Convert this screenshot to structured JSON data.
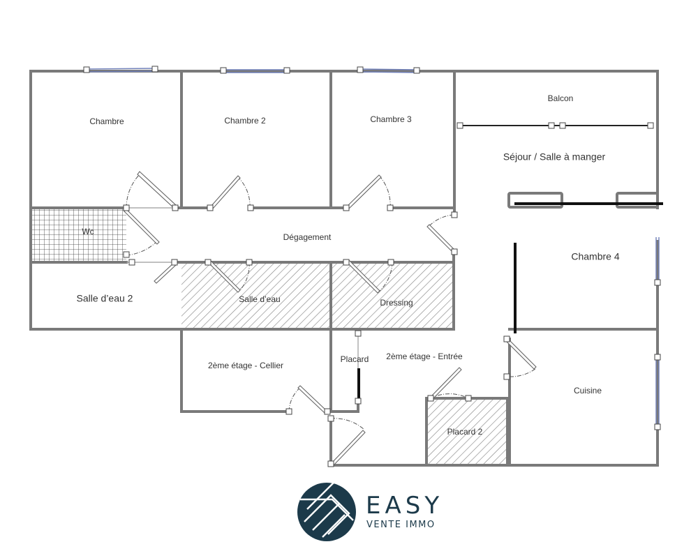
{
  "rooms": {
    "chambre": "Chambre",
    "chambre2": "Chambre 2",
    "chambre3": "Chambre 3",
    "balcon": "Balcon",
    "sejour": "Séjour / Salle à manger",
    "wc": "Wc",
    "degagement": "Dégagement",
    "chambre4": "Chambre 4",
    "salle_eau2": "Salle d’eau 2",
    "salle_eau": "Salle d’eau",
    "dressing": "Dressing",
    "cellier": "2ème étage - Cellier",
    "placard": "Placard",
    "entree": "2ème étage - Entrée",
    "cuisine": "Cuisine",
    "placard2": "Placard 2"
  },
  "logo": {
    "name": "EASY",
    "tagline": "VENTE IMMO"
  },
  "colors": {
    "wall": "#7a7a7a",
    "window": "#6f7fb8",
    "brand": "#1c3a4a"
  }
}
